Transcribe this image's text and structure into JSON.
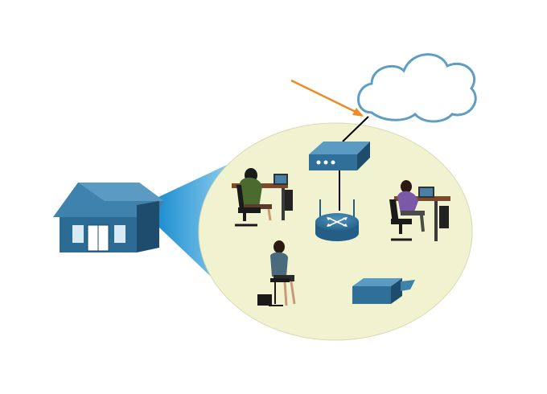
{
  "diagram": {
    "elements": [
      {
        "id": "house",
        "icon": "house-icon"
      },
      {
        "id": "internet",
        "icon": "cloud-icon"
      },
      {
        "id": "annotation-arrow",
        "icon": "arrow-icon"
      },
      {
        "id": "modem",
        "icon": "modem-icon"
      },
      {
        "id": "wireless-router",
        "icon": "wireless-router-icon"
      },
      {
        "id": "desktop-user-1",
        "icon": "desktop-user-icon"
      },
      {
        "id": "desktop-user-2",
        "icon": "desktop-user-icon"
      },
      {
        "id": "mobile-user",
        "icon": "phone-user-icon"
      },
      {
        "id": "printer",
        "icon": "printer-icon"
      }
    ],
    "connections": [
      {
        "from": "internet",
        "to": "modem"
      },
      {
        "from": "modem",
        "to": "wireless-router"
      }
    ]
  },
  "colors": {
    "device_blue": "#2f6f98",
    "device_dark": "#1e4f70",
    "home_zone": "#f1f3d0",
    "cloud_edge": "#5f9ec4",
    "arrow": "#f08a24",
    "zoom_beam": "#3ea8dc"
  }
}
